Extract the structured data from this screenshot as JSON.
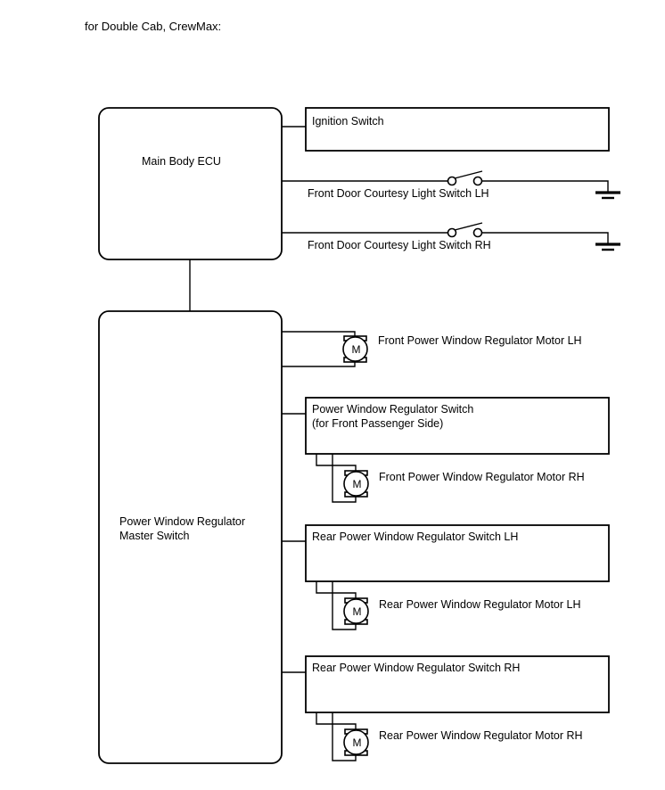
{
  "page": {
    "title": "for Double Cab, CrewMax:"
  },
  "diagram": {
    "type": "wiring-block-diagram",
    "nodes": {
      "main_body_ecu": {
        "label": "Main Body ECU",
        "shape": "rounded-box"
      },
      "ignition_switch": {
        "label": "Ignition Switch",
        "shape": "box"
      },
      "front_door_courtesy_light_switch_lh": {
        "label": "Front Door Courtesy Light Switch LH",
        "shape": "switch-contact",
        "grounded": "true"
      },
      "front_door_courtesy_light_switch_rh": {
        "label": "Front Door Courtesy Light Switch RH",
        "shape": "switch-contact",
        "grounded": "true"
      },
      "power_window_regulator_master_switch": {
        "label_line1": "Power Window Regulator",
        "label_line2": "Master Switch",
        "shape": "rounded-box"
      },
      "front_motor_lh": {
        "label": "Front Power Window Regulator Motor LH",
        "shape": "motor",
        "glyph": "M"
      },
      "passenger_switch": {
        "label_line1": "Power Window Regulator Switch",
        "label_line2": "(for Front Passenger Side)",
        "shape": "box"
      },
      "front_motor_rh": {
        "label": "Front Power Window Regulator Motor RH",
        "shape": "motor",
        "glyph": "M"
      },
      "rear_switch_lh": {
        "label": "Rear Power Window Regulator Switch LH",
        "shape": "box"
      },
      "rear_motor_lh": {
        "label": "Rear Power Window Regulator Motor LH",
        "shape": "motor",
        "glyph": "M"
      },
      "rear_switch_rh": {
        "label": "Rear Power Window Regulator Switch RH",
        "shape": "box"
      },
      "rear_motor_rh": {
        "label": "Rear Power Window Regulator Motor RH",
        "shape": "motor",
        "glyph": "M"
      }
    },
    "colors": {
      "line": "#000000",
      "fill": "#ffffff",
      "background": "#ffffff"
    }
  }
}
